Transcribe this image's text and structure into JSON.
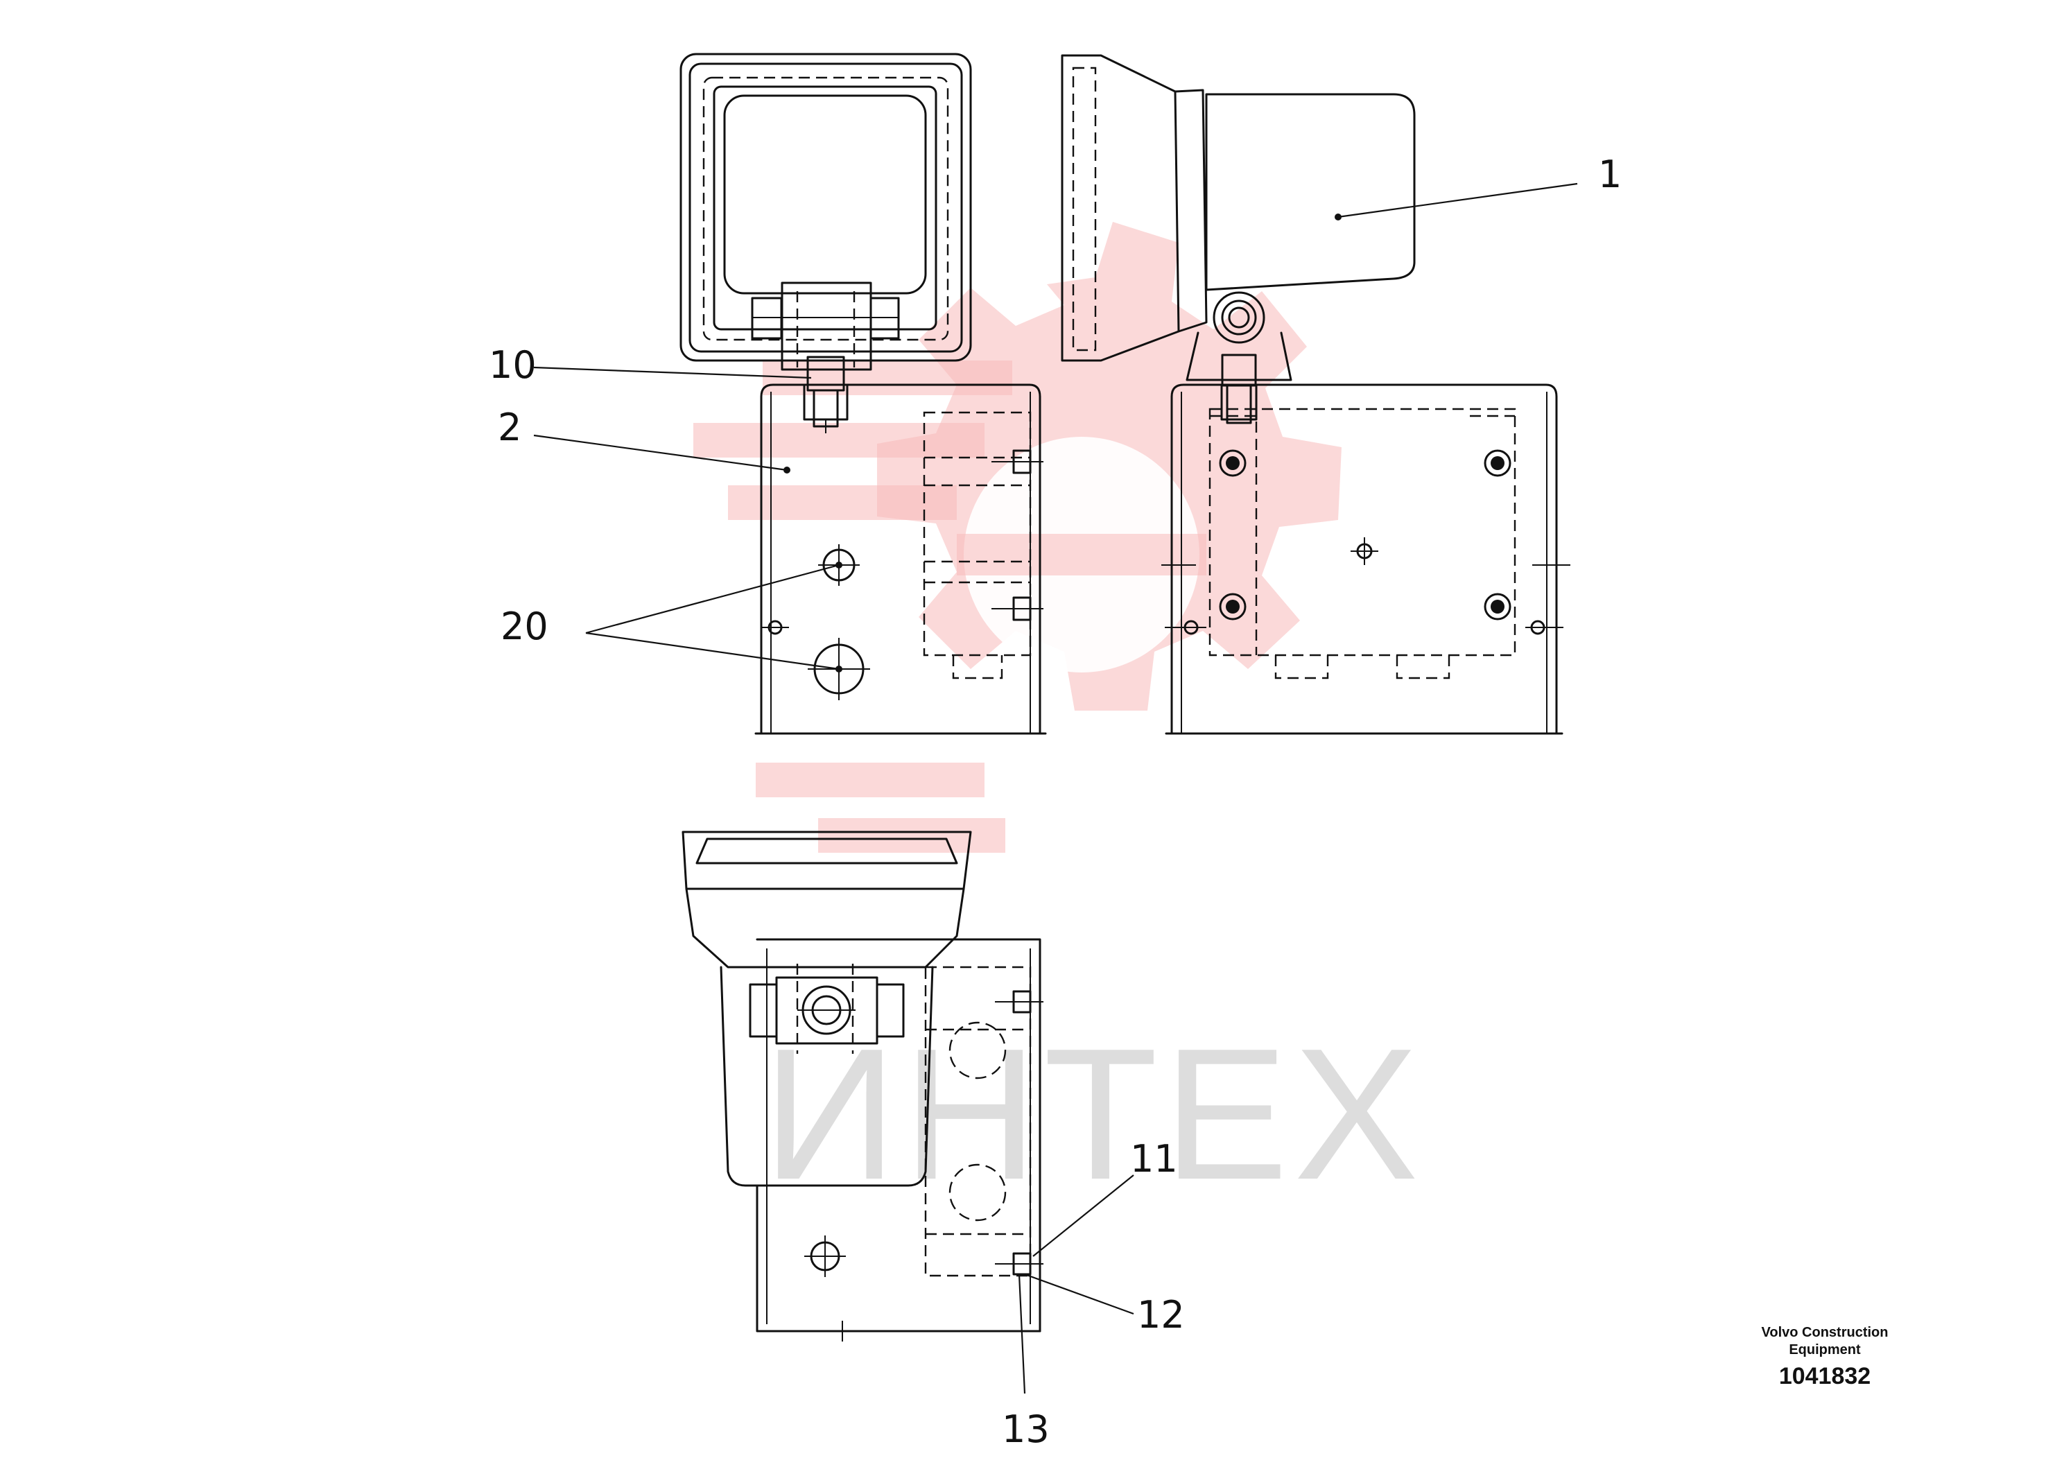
{
  "watermark": {
    "text": "ИНТЕХ",
    "color": "#f7b9b9"
  },
  "callouts": {
    "c1": "1",
    "c2": "2",
    "c10": "10",
    "c11": "11",
    "c12": "12",
    "c13": "13",
    "c20": "20"
  },
  "title_block": {
    "company_line1": "Volvo Construction",
    "company_line2": "Equipment",
    "drawing_number": "1041832"
  }
}
